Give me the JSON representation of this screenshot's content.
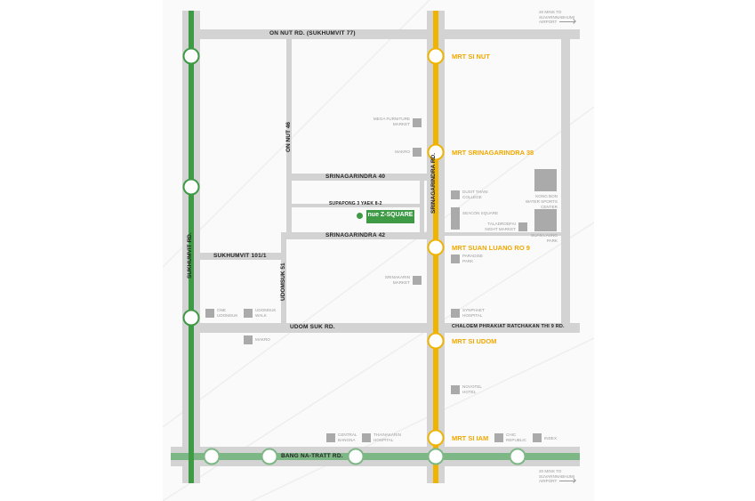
{
  "roads": {
    "on_nut": "ON NUT RD. (SUKHUMVIT 77)",
    "on_nut_46": "ON NUT 46",
    "srinagarindra_40": "SRINAGARINDRA 40",
    "supapong": "SUPAPONG 3 YAEK 8-2",
    "srinagarindra_42": "SRINAGARINDRA 42",
    "sukhumvit_101_1": "SUKHUMVIT 101/1",
    "udomsuk_51": "UDOMSUK 51",
    "udom_suk": "UDOM SUK RD.",
    "chaloem": "CHALOEM PHRAKIAT RATCHAKAN THI 9 RD.",
    "bang_na": "BANG NA-TRATT RD.",
    "sukhumvit": "SUKHUMVIT RD.",
    "srinagarindra": "SRINAGARINDRA RD."
  },
  "mrt_stations": [
    "MRT SI NUT",
    "MRT SRINAGARINDRA 38",
    "MRT SUAN LUANG RO 9",
    "MRT SI UDOM",
    "MRT SI IAM"
  ],
  "landmarks": [
    "MEGA FURNITURE\nMARKET",
    "MAKRO",
    "DUSIT THANI\nCOLLEGE",
    "SEACON SQUARE",
    "TALADRODFAI\nNIGHT MARKET",
    "KONG BON\nWATER SPORTS\nCENTER",
    "SUAN LAUNG\nPARK",
    "PARADISE\nPARK",
    "SRINAKARIN\nMARKET",
    "SYNPHAET\nHOSPITAL",
    "ONE\nUDOMSUK",
    "UDOMSUK\nWALK",
    "MAKRO",
    "NOVOTEL\nHOTEL",
    "CENTRAL\nBANGNA",
    "THAINAKARIN\nHOSPITAL",
    "CHIC\nREPUBLIC",
    "INDEX"
  ],
  "project": {
    "name": "nue Z-SQUARE"
  },
  "notes": {
    "airport_top": "20 MINS TO\nSUVARNNABHUMI\nAIRPORT",
    "airport_bottom": "20 MINS TO\nSUVARNNABHUMI\nAIRPORT"
  },
  "colors": {
    "bts": "#3f9a46",
    "mrt": "#f0b400",
    "road": "#d3d3d3",
    "landmark": "#aaaaaa"
  }
}
